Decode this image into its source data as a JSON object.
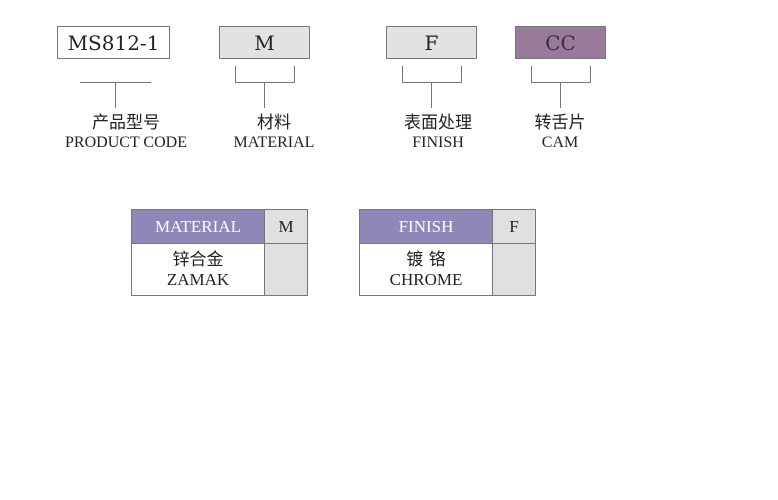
{
  "codes": {
    "product": "MS812-1",
    "material": "M",
    "finish": "F",
    "cam": "CC"
  },
  "colors": {
    "cam_box": "#9a7a9a",
    "header": "#8e87b8",
    "code_cell": "#e0e0e0"
  },
  "labels": [
    {
      "cn": "产品型号",
      "en": "PRODUCT CODE"
    },
    {
      "cn": "材料",
      "en": "MATERIAL"
    },
    {
      "cn": "表面处理",
      "en": "FINISH"
    },
    {
      "cn": "转舌片",
      "en": "CAM"
    }
  ],
  "tables": [
    {
      "header": "MATERIAL",
      "code": "M",
      "cn": "锌合金",
      "en": "ZAMAK"
    },
    {
      "header": "FINISH",
      "code": "F",
      "cn": "镀 铬",
      "en": "CHROME"
    }
  ]
}
